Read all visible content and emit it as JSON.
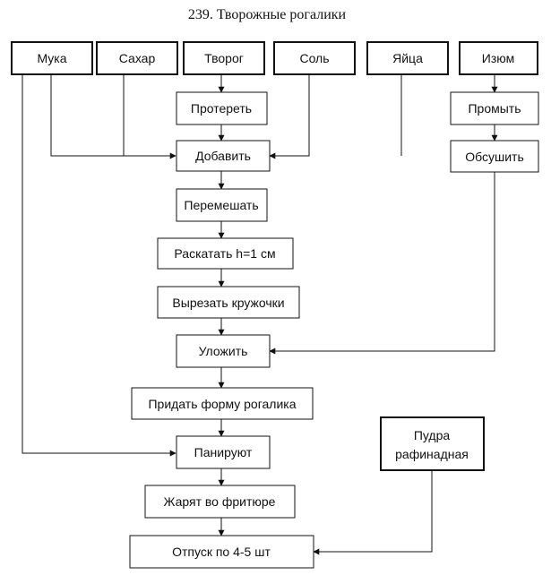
{
  "title": "239. Творожные рогалики",
  "ingredients": {
    "flour": "Мука",
    "sugar": "Сахар",
    "cottage_cheese": "Творог",
    "salt": "Соль",
    "eggs": "Яйца",
    "raisins": "Изюм",
    "powdered_sugar_line1": "Пудра",
    "powdered_sugar_line2": "рафинадная"
  },
  "steps": {
    "rub": "Протереть",
    "add": "Добавить",
    "mix": "Перемешать",
    "roll": "Раскатать h=1 см",
    "cut": "Вырезать кружочки",
    "place": "Уложить",
    "shape": "Придать форму рогалика",
    "bread": "Панируют",
    "fry": "Жарят во фритюре",
    "serve": "Отпуск по 4-5 шт",
    "wash": "Промыть",
    "dry": "Обсушить"
  }
}
